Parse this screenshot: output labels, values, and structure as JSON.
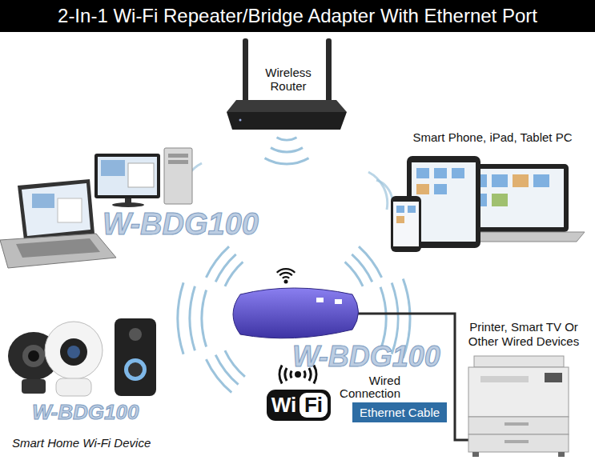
{
  "diagram": {
    "title": "2-In-1 Wi-Fi Repeater/Bridge Adapter With Ethernet Port",
    "nodes": [
      {
        "text": [
          "Ethernet Cable"
        ]
      }
    ],
    "labels": [
      "Wireless Router",
      "Smart Phone, iPad, Tablet PC",
      "W-BDG100",
      "W-BDG100",
      "Printer, Smart TV Or Other Wired Devices",
      "Wired Connection",
      "W-BDG100",
      "Wi",
      "Fi",
      "Smart Home Wi-Fi Device"
    ]
  }
}
